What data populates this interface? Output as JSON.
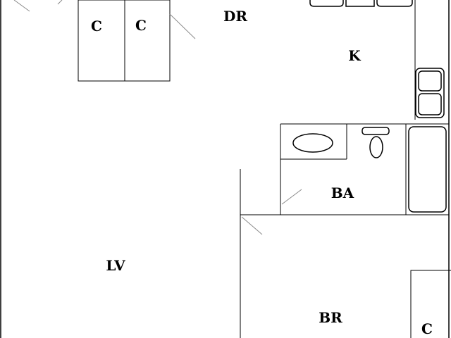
{
  "rooms": {
    "dining_room": "DR",
    "kitchen": "K",
    "bathroom": "BA",
    "living_room": "LV",
    "bedroom": "BR"
  },
  "closets": {
    "left": "C",
    "right": "C",
    "bedroom": "C"
  }
}
